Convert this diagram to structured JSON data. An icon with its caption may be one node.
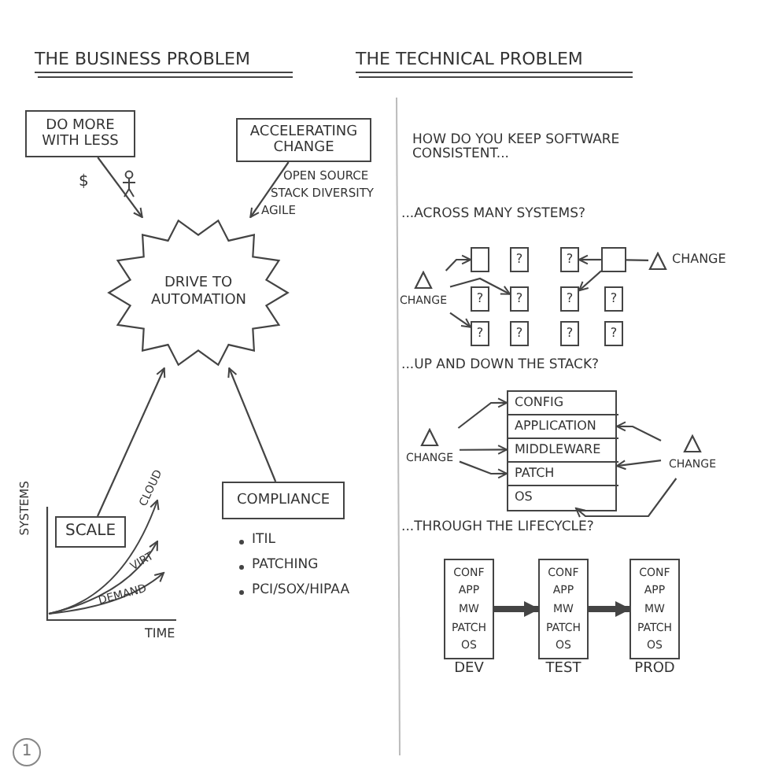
{
  "diagram": {
    "nodes": [
      {
        "text": [
          "DO MORE WITH LESS"
        ]
      },
      {
        "text": [
          "ACCELERATING CHANGE"
        ]
      },
      {
        "text": [
          "DRIVE TO AUTOMATION"
        ]
      },
      {
        "text": [
          "SCALE"
        ]
      },
      {
        "text": [
          "COMPLIANCE"
        ]
      },
      {
        "text": [
          "CHANGE"
        ]
      },
      {
        "text": [],
        "shape": "box"
      },
      {
        "text": [
          "?"
        ]
      },
      {
        "text": [
          "?"
        ]
      },
      {
        "text": [],
        "shape": "box"
      },
      {
        "text": [
          "?"
        ]
      },
      {
        "text": [
          "?"
        ]
      },
      {
        "text": [
          "?"
        ]
      },
      {
        "text": [
          "?"
        ]
      },
      {
        "text": [
          "?"
        ]
      },
      {
        "text": [
          "?"
        ]
      },
      {
        "text": [
          "?"
        ]
      },
      {
        "text": [
          "?"
        ]
      },
      {
        "text": [
          "CHANGE"
        ]
      },
      {
        "text": [
          "CHANGE"
        ]
      },
      {
        "text": [],
        "shape": "box"
      },
      {
        "text": [
          "CONFIG"
        ],
        "in": 20
      },
      {
        "text": [
          "APPLICATION"
        ],
        "in": 20
      },
      {
        "text": [
          "MIDDLEWARE"
        ],
        "in": 20
      },
      {
        "text": [
          "PATCH"
        ],
        "in": 20
      },
      {
        "text": [
          "OS"
        ],
        "in": 20
      },
      {
        "text": [
          "CHANGE"
        ]
      },
      {
        "text": [
          "CONF",
          "APP",
          "MW",
          "PATCH",
          "OS"
        ],
        "beside": [
          "DEV"
        ]
      },
      {
        "text": [
          "CONF",
          "APP",
          "MW",
          "PATCH",
          "OS"
        ],
        "beside": [
          "TEST"
        ]
      },
      {
        "text": [
          "CONF",
          "APP",
          "MW",
          "PATCH",
          "OS"
        ],
        "beside": [
          "PROD"
        ]
      }
    ],
    "edges": [
      {
        "from": 0,
        "to": 2,
        "arrow": "to"
      },
      {
        "from": 1,
        "to": 2,
        "arrow": "to"
      },
      {
        "from": 3,
        "to": 2,
        "arrow": "to"
      },
      {
        "from": 4,
        "to": 2,
        "arrow": "to"
      },
      {
        "from": 5,
        "to": 6,
        "arrow": "to"
      },
      {
        "from": 5,
        "to": 11,
        "arrow": "to"
      },
      {
        "from": 5,
        "to": 14,
        "arrow": "to"
      },
      {
        "from": 18,
        "to": 9,
        "arrow": "none"
      },
      {
        "from": 9,
        "to": 8,
        "arrow": "to"
      },
      {
        "from": 9,
        "to": 12,
        "arrow": "to"
      },
      {
        "from": 19,
        "to": 21,
        "arrow": "to"
      },
      {
        "from": 19,
        "to": 23,
        "arrow": "to"
      },
      {
        "from": 19,
        "to": 24,
        "arrow": "to"
      },
      {
        "from": 26,
        "to": 22,
        "arrow": "to"
      },
      {
        "from": 26,
        "to": 24,
        "arrow": "to"
      },
      {
        "from": 26,
        "to": 25,
        "arrow": "to"
      },
      {
        "from": 27,
        "to": 28,
        "arrow": "to",
        "style": "thick"
      },
      {
        "from": 28,
        "to": 29,
        "arrow": "to",
        "style": "thick"
      }
    ],
    "labels": [
      "THE BUSINESS PROBLEM",
      "THE TECHNICAL PROBLEM",
      "$",
      "OPEN SOURCE",
      "STACK DIVERSITY",
      "AGILE",
      "HOW DO YOU KEEP SOFTWARE CONSISTENT...",
      "...ACROSS MANY SYSTEMS?",
      "...UP AND DOWN THE STACK?",
      "SYSTEMS",
      "CLOUD",
      "VIRT",
      "DEMAND",
      "TIME",
      "ITIL",
      "PATCHING",
      "PCI/SOX/HIPAA",
      "...THROUGH THE LIFECYCLE?",
      "1"
    ]
  }
}
